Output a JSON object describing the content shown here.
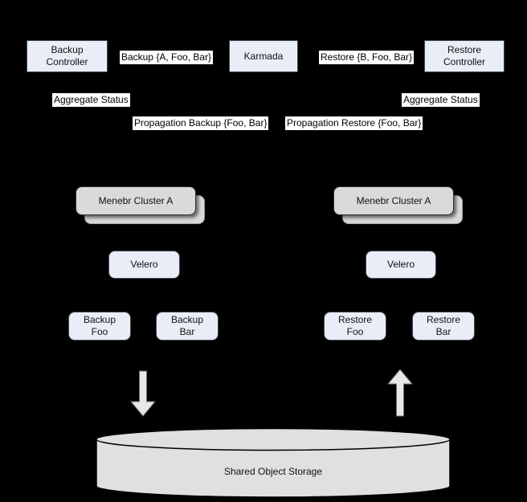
{
  "colors": {
    "background": "#000000",
    "node_fill": "#e9edf5",
    "node_border": "#414b5a",
    "cluster_fill": "#dadada",
    "label_bg": "#ffffff",
    "label_text": "#000000",
    "arrow_fill": "#e8e8e8",
    "cylinder_fill": "#e0e0e0"
  },
  "nodes": {
    "backup_controller": {
      "label": "Backup Controller"
    },
    "karmada": {
      "label": "Karmada"
    },
    "restore_controller": {
      "label": "Restore Controller"
    },
    "member_cluster_left": {
      "label": "Menebr Cluster A"
    },
    "member_cluster_right": {
      "label": "Menebr Cluster A"
    },
    "velero_left": {
      "label": "Velero"
    },
    "velero_right": {
      "label": "Velero"
    },
    "backup_foo": {
      "label": "Backup Foo"
    },
    "backup_bar": {
      "label": "Backup Bar"
    },
    "restore_foo": {
      "label": "Restore Foo"
    },
    "restore_bar": {
      "label": "Restore Bar"
    },
    "shared_object_storage": {
      "label": "Shared Object Storage"
    }
  },
  "edge_labels": {
    "backup_request": "Backup {A, Foo, Bar}",
    "restore_request": "Restore {B, Foo, Bar}",
    "aggregate_status_left": "Aggregate Status",
    "aggregate_status_right": "Aggregate Status",
    "propagation_backup": "Propagation Backup {Foo, Bar}",
    "propagation_restore": "Propagation Restore {Foo, Bar}"
  },
  "icons": {
    "down_arrow": "backup-flow-down-arrow",
    "up_arrow": "restore-flow-up-arrow",
    "cylinder": "database-cylinder"
  }
}
